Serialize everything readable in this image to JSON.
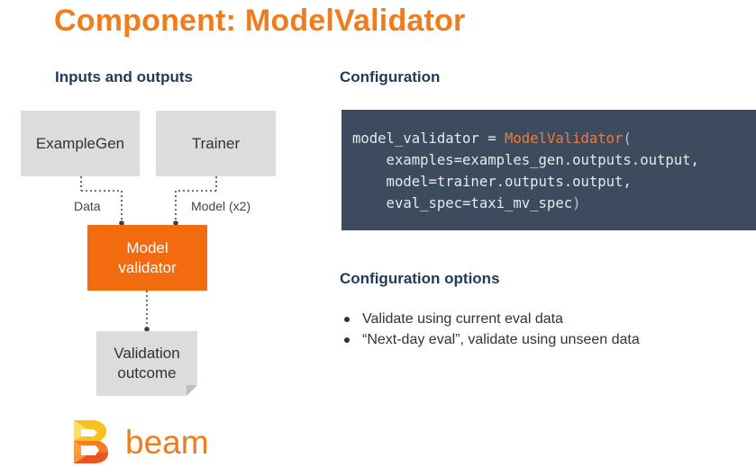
{
  "slide": {
    "title": "Component: ModelValidator"
  },
  "left": {
    "heading": "Inputs and outputs",
    "nodes": {
      "example_gen": "ExampleGen",
      "trainer": "Trainer",
      "model_validator": "Model\nvalidator",
      "validation_outcome": "Validation\noutcome"
    },
    "edges": {
      "data_label": "Data",
      "model_label": "Model (x2)"
    }
  },
  "right": {
    "config_heading": "Configuration",
    "code": {
      "line1_prefix": "model_validator = ",
      "line1_class": "ModelValidator",
      "line1_paren": "(",
      "line2": "    examples=examples_gen.outputs.output,",
      "line3": "    model=trainer.outputs.output,",
      "line4_body": "    eval_spec=taxi_mv_spec",
      "line4_paren": ")"
    },
    "options_heading": "Configuration options",
    "options": [
      "Validate using current eval data",
      "“Next-day eval”, validate using unseen data"
    ]
  },
  "logo": {
    "text": "beam",
    "icon": "beam-logo-icon"
  },
  "colors": {
    "accent": "#f07c1e",
    "node_fill": "#dcdcdc",
    "validator_fill": "#f26b0f",
    "heading": "#1f3b58",
    "code_bg": "#3d4b5e"
  }
}
